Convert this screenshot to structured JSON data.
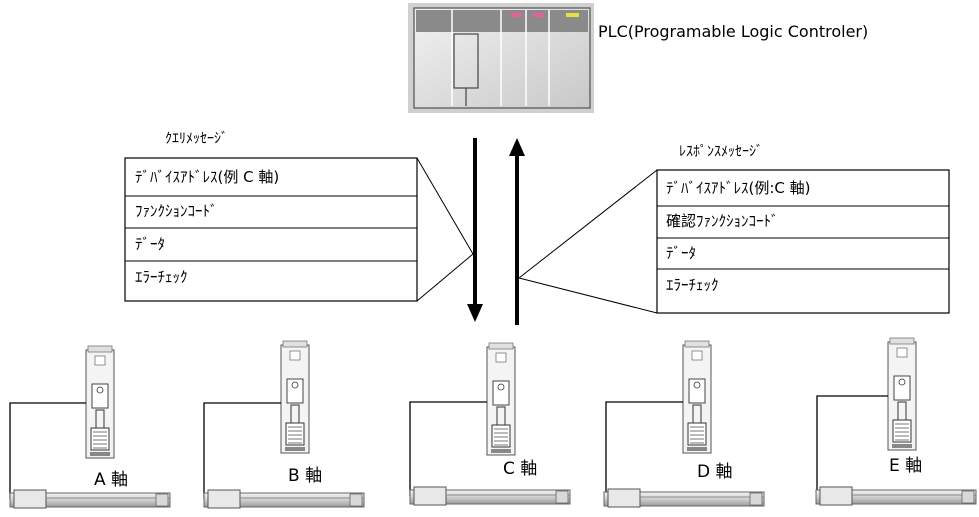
{
  "plc": {
    "label": "PLC(Programable Logic Controler)"
  },
  "query": {
    "title": "ｸｴﾘﾒｯｾｰｼﾞ",
    "rows": [
      "ﾃﾞﾊﾞｲｽｱﾄﾞﾚｽ(例 C 軸)",
      "ﾌｧﾝｸｼｮﾝｺｰﾄﾞ",
      "ﾃﾞｰﾀ",
      "ｴﾗｰﾁｪｯｸ"
    ]
  },
  "response": {
    "title": "ﾚｽﾎﾟﾝｽﾒｯｾｰｼﾞ",
    "rows": [
      "ﾃﾞﾊﾞｲｽｱﾄﾞﾚｽ(例:C 軸)",
      "確認ﾌｧﾝｸｼｮﾝｺｰﾄﾞ",
      "ﾃﾞｰﾀ",
      "ｴﾗｰﾁｪｯｸ"
    ]
  },
  "axes": [
    {
      "label": "A 軸"
    },
    {
      "label": "B 軸"
    },
    {
      "label": "C 軸"
    },
    {
      "label": "D 軸"
    },
    {
      "label": "E 軸"
    }
  ],
  "colors": {
    "plc_top": "#8a8a8a",
    "plc_body": "#e6e6e6",
    "led_pink": "#e8609a",
    "led_yellow": "#e6e040",
    "line": "#000000"
  }
}
